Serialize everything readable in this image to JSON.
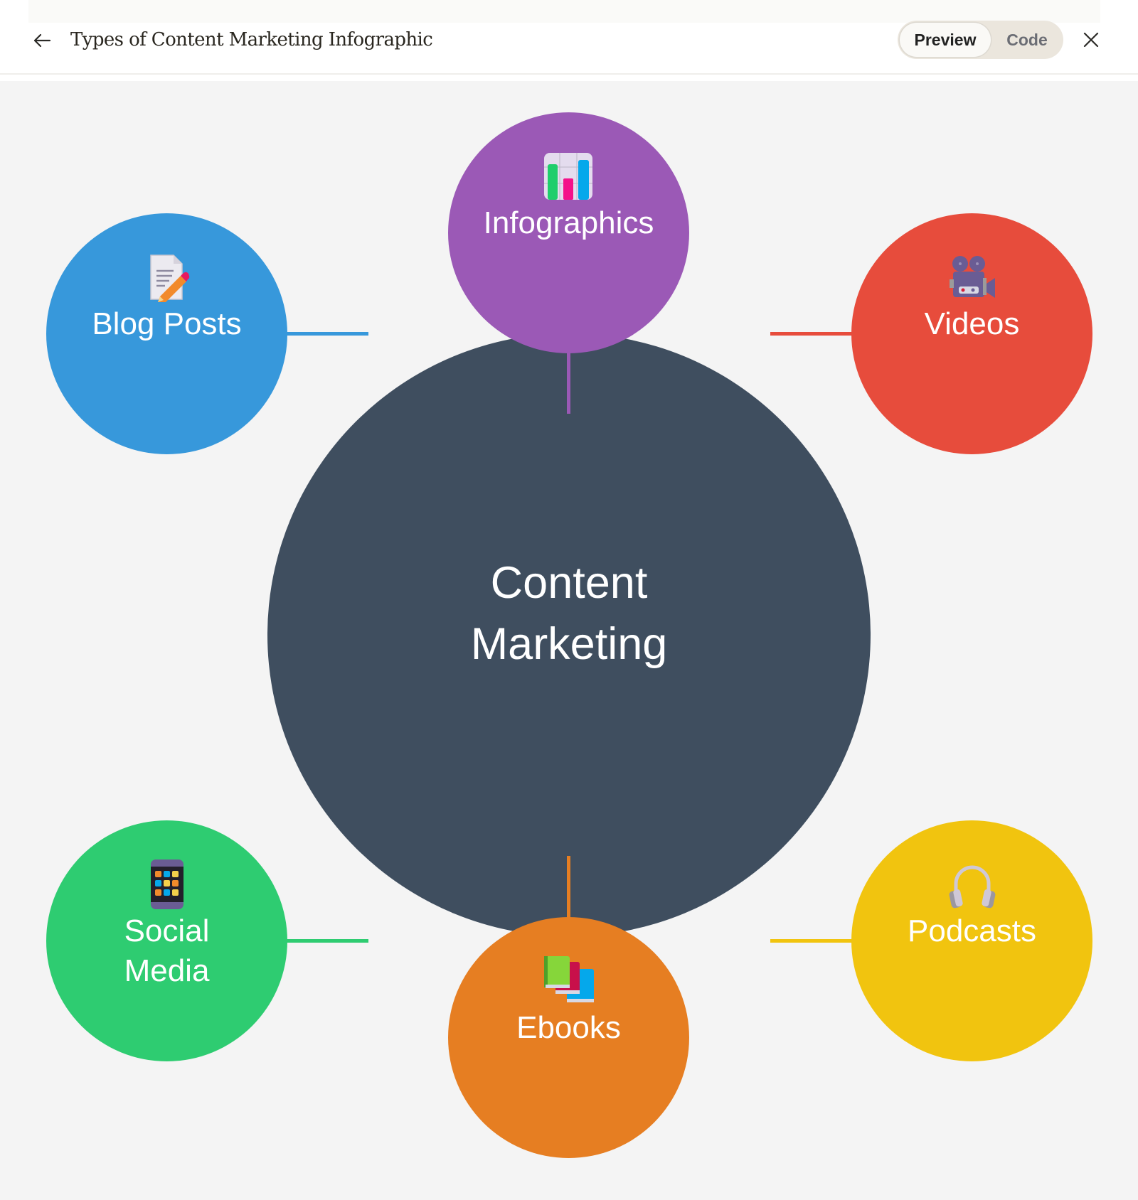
{
  "header": {
    "title": "Types of Content Marketing Infographic",
    "back_icon": "arrow-left-icon",
    "close_icon": "close-icon",
    "view_toggle": {
      "options": [
        "Preview",
        "Code"
      ],
      "selected": "Preview"
    }
  },
  "diagram": {
    "center": {
      "line1": "Content",
      "line2": "Marketing",
      "color": "#3f4e5f"
    },
    "nodes": [
      {
        "id": "blog-posts",
        "label": "Blog Posts",
        "icon": "memo-pencil-icon",
        "color": "#3798db",
        "position": "top-left"
      },
      {
        "id": "infographics",
        "label": "Infographics",
        "icon": "bar-chart-icon",
        "color": "#9b59b6",
        "position": "top"
      },
      {
        "id": "videos",
        "label": "Videos",
        "icon": "movie-camera-icon",
        "color": "#e74c3c",
        "position": "top-right"
      },
      {
        "id": "social-media",
        "label_line1": "Social",
        "label_line2": "Media",
        "icon": "mobile-phone-icon",
        "color": "#2ecc71",
        "position": "bottom-left"
      },
      {
        "id": "ebooks",
        "label": "Ebooks",
        "icon": "books-icon",
        "color": "#e67e22",
        "position": "bottom"
      },
      {
        "id": "podcasts",
        "label": "Podcasts",
        "icon": "headphones-icon",
        "color": "#f1c40f",
        "position": "bottom-right"
      }
    ]
  }
}
